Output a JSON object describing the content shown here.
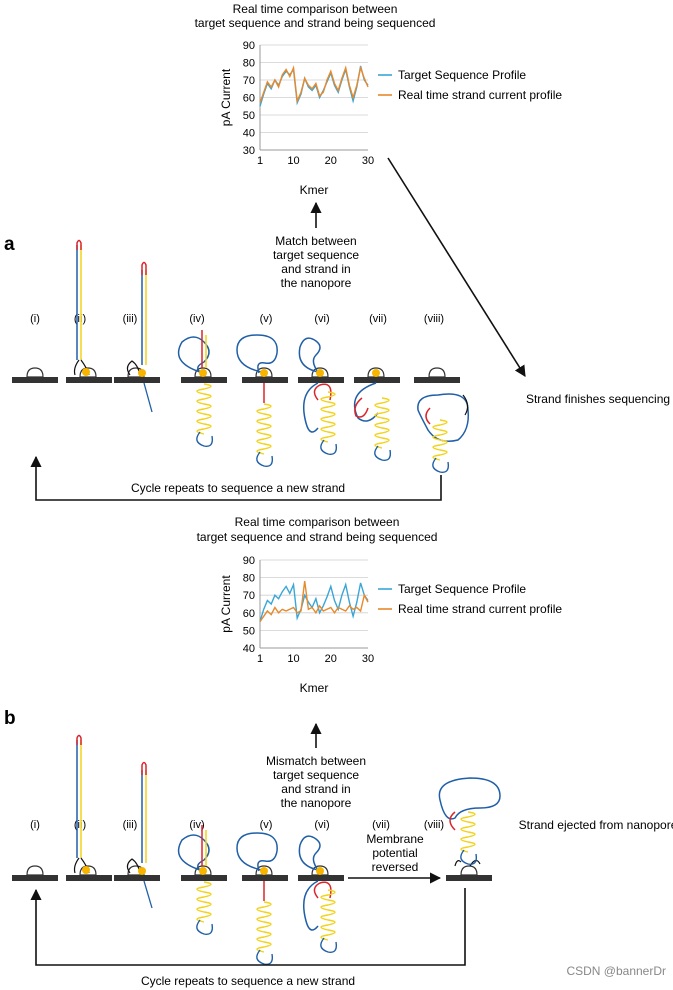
{
  "panels": {
    "a": "a",
    "b": "b"
  },
  "stage_labels": [
    "(i)",
    "(ii)",
    "(iii)",
    "(iv)",
    "(v)",
    "(vi)",
    "(vii)",
    "(viii)"
  ],
  "top_comparison": {
    "heading_line1": "Real time comparison between",
    "heading_line2": "target sequence and strand being sequenced",
    "note_lines": [
      "Match between",
      "target sequence",
      "and strand in",
      "the nanopore"
    ],
    "result": "Strand finishes sequencing",
    "cycle": "Cycle repeats to sequence a new strand"
  },
  "bottom_comparison": {
    "heading_line1": "Real time comparison between",
    "heading_line2": "target sequence and strand being sequenced",
    "note_lines": [
      "Mismatch between",
      "target sequence",
      "and strand in",
      "the nanopore"
    ],
    "reversal_lines": [
      "Membrane",
      "potential",
      "reversed"
    ],
    "result": "Strand ejected from nanopore",
    "cycle": "Cycle repeats to sequence a new strand"
  },
  "watermark": "CSDN @bannerDr",
  "colors": {
    "target": "#3aa6d6",
    "strand": "#e8892b",
    "blue_dna": "#1f5fa8",
    "yellow_dna": "#f2d21b",
    "red_hairpin": "#d8262c",
    "motor": "#f7b500"
  },
  "chart_data": [
    {
      "type": "line",
      "xlabel": "Kmer",
      "ylabel": "pA Current",
      "ylim": [
        30,
        90
      ],
      "yticks": [
        30,
        40,
        50,
        60,
        70,
        80,
        90
      ],
      "xlim": [
        1,
        30
      ],
      "xticks": [
        1,
        10,
        20,
        30
      ],
      "grid": true,
      "legend": "right",
      "x": [
        1,
        2,
        3,
        4,
        5,
        6,
        7,
        8,
        9,
        10,
        11,
        12,
        13,
        14,
        15,
        16,
        17,
        18,
        19,
        20,
        21,
        22,
        23,
        24,
        25,
        26,
        27,
        28,
        29,
        30
      ],
      "series": [
        {
          "name": "Target Sequence Profile",
          "color": "#3aa6d6",
          "values": [
            55,
            62,
            68,
            65,
            70,
            67,
            72,
            75,
            73,
            76,
            57,
            62,
            71,
            66,
            64,
            67,
            60,
            64,
            69,
            74,
            67,
            63,
            70,
            76,
            66,
            58,
            66,
            78,
            70,
            67
          ]
        },
        {
          "name": "Real time strand current profile",
          "color": "#e8892b",
          "values": [
            57,
            63,
            69,
            66,
            70,
            66,
            73,
            76,
            72,
            77,
            58,
            63,
            71,
            67,
            65,
            68,
            61,
            63,
            70,
            75,
            68,
            64,
            71,
            77,
            67,
            60,
            67,
            77,
            71,
            66
          ]
        }
      ]
    },
    {
      "type": "line",
      "xlabel": "Kmer",
      "ylabel": "pA Current",
      "ylim": [
        40,
        90
      ],
      "yticks": [
        40,
        50,
        60,
        70,
        80,
        90
      ],
      "xlim": [
        1,
        30
      ],
      "xticks": [
        1,
        10,
        20,
        30
      ],
      "grid": true,
      "legend": "right",
      "x": [
        1,
        2,
        3,
        4,
        5,
        6,
        7,
        8,
        9,
        10,
        11,
        12,
        13,
        14,
        15,
        16,
        17,
        18,
        19,
        20,
        21,
        22,
        23,
        24,
        25,
        26,
        27,
        28,
        29,
        30
      ],
      "series": [
        {
          "name": "Target Sequence Profile",
          "color": "#3aa6d6",
          "values": [
            55,
            62,
            67,
            65,
            70,
            68,
            72,
            75,
            71,
            76,
            57,
            62,
            70,
            66,
            63,
            68,
            60,
            64,
            69,
            75,
            67,
            62,
            70,
            76,
            66,
            58,
            66,
            77,
            70,
            67
          ]
        },
        {
          "name": "Real time strand current profile",
          "color": "#e8892b",
          "values": [
            55,
            58,
            61,
            59,
            63,
            60,
            62,
            61,
            62,
            63,
            60,
            61,
            78,
            62,
            63,
            60,
            64,
            61,
            62,
            63,
            60,
            63,
            62,
            61,
            64,
            62,
            63,
            61,
            70,
            66
          ]
        }
      ]
    }
  ]
}
